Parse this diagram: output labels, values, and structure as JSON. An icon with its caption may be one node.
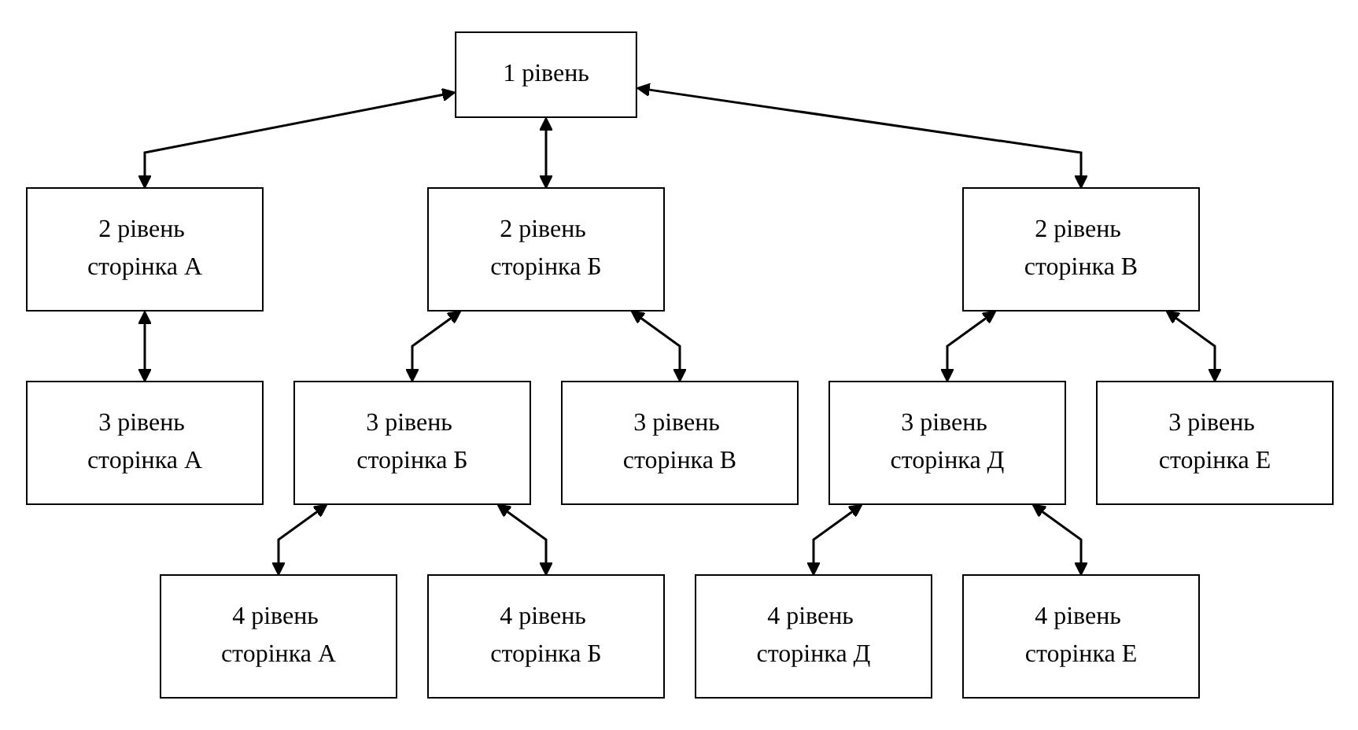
{
  "diagram": {
    "nodes": [
      {
        "text": [
          "1 рівень"
        ]
      },
      {
        "text": [
          "2 рівень сторінка А"
        ]
      },
      {
        "text": [
          "2 рівень сторінка Б"
        ]
      },
      {
        "text": [
          "2 рівень сторінка В"
        ]
      },
      {
        "text": [
          "3 рівень сторінка А"
        ]
      },
      {
        "text": [
          "3 рівень сторінка Б"
        ]
      },
      {
        "text": [
          "3 рівень сторінка В"
        ]
      },
      {
        "text": [
          "3 рівень сторінка Д"
        ]
      },
      {
        "text": [
          "3 рівень сторінка Е"
        ]
      },
      {
        "text": [
          "4 рівень сторінка А"
        ]
      },
      {
        "text": [
          "4 рівень сторінка Б"
        ]
      },
      {
        "text": [
          "4 рівень сторінка Д"
        ]
      },
      {
        "text": [
          "4 рівень сторінка Е"
        ]
      }
    ],
    "edges": [
      {
        "from": 0,
        "to": 1,
        "arrow": "both"
      },
      {
        "from": 0,
        "to": 2,
        "arrow": "both"
      },
      {
        "from": 0,
        "to": 3,
        "arrow": "both"
      },
      {
        "from": 1,
        "to": 4,
        "arrow": "both"
      },
      {
        "from": 2,
        "to": 5,
        "arrow": "both"
      },
      {
        "from": 2,
        "to": 6,
        "arrow": "both"
      },
      {
        "from": 3,
        "to": 7,
        "arrow": "both"
      },
      {
        "from": 3,
        "to": 8,
        "arrow": "both"
      },
      {
        "from": 5,
        "to": 9,
        "arrow": "both"
      },
      {
        "from": 5,
        "to": 10,
        "arrow": "both"
      },
      {
        "from": 7,
        "to": 11,
        "arrow": "both"
      },
      {
        "from": 7,
        "to": 12,
        "arrow": "both"
      }
    ]
  }
}
